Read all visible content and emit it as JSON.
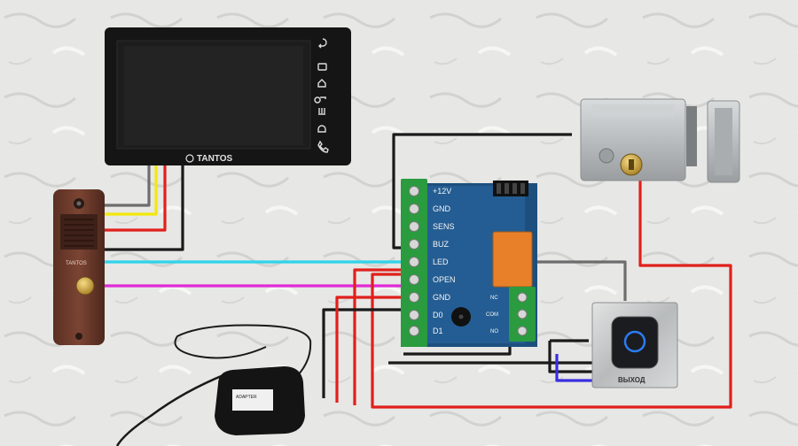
{
  "scene": {
    "monitor": {
      "brand": "TANTOS",
      "buttons": [
        "back-icon",
        "camera-icon",
        "home-icon",
        "key-icon",
        "intercom-icon",
        "bell-icon",
        "handset-icon"
      ]
    },
    "panel": {
      "brand": "TANTOS"
    },
    "controller": {
      "terminals": [
        "+12V",
        "GND",
        "SENS",
        "BUZ",
        "LED",
        "OPEN",
        "GND",
        "D0",
        "D1"
      ],
      "relay_terminals": [
        "NC",
        "COM",
        "NO"
      ]
    },
    "adapter": {
      "label": "ADAPTER"
    },
    "exit_button": {
      "label": "ВЫХОД"
    },
    "wire_colors": {
      "red": "#e0201c",
      "black": "#1a1a1a",
      "yellow": "#f2e80c",
      "gray": "#6d6d6d",
      "cyan": "#2fd3ea",
      "magenta": "#e02ad6",
      "blue": "#3a2ee0"
    }
  }
}
